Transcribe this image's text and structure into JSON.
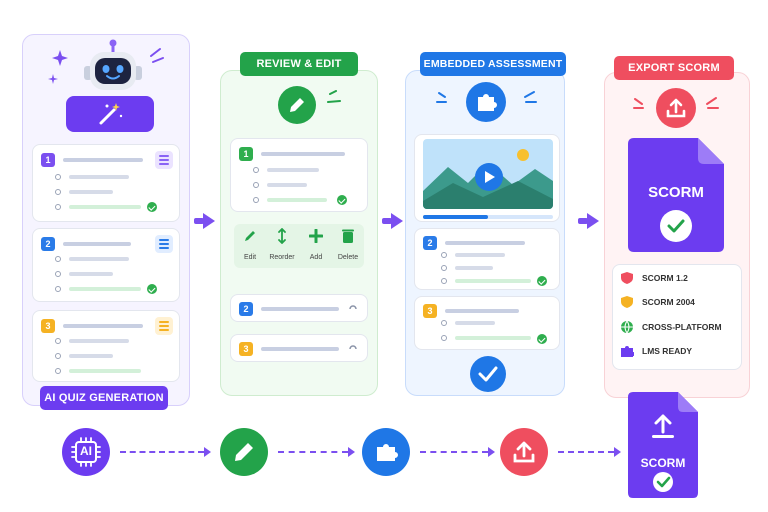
{
  "stages": {
    "generation": {
      "label": "AI QUIZ GENERATION"
    },
    "review": {
      "label": "REVIEW & EDIT"
    },
    "embedded": {
      "label": "EMBEDDED ASSESSMENT"
    },
    "export": {
      "label": "EXPORT SCORM"
    }
  },
  "questions": [
    "1",
    "2",
    "3"
  ],
  "edit_tools": [
    "Edit",
    "Reorder",
    "Add",
    "Delete"
  ],
  "scorm_doc": {
    "label": "SCORM"
  },
  "features": [
    "SCORM 1.2",
    "SCORM 2004",
    "CROSS-PLATFORM",
    "LMS READY"
  ],
  "flow": {
    "ai_label": "AI",
    "doc_label": "SCORM"
  },
  "colors": {
    "purple": "#6c3cf0",
    "green": "#23a34a",
    "blue": "#1f77e6",
    "red": "#ef4e5f",
    "orange": "#f5b223"
  },
  "icons": [
    "robot-icon",
    "magic-wand-icon",
    "pencil-icon",
    "puzzle-icon",
    "upload-icon",
    "check-icon",
    "shield-icon",
    "globe-icon",
    "chip-icon",
    "play-icon"
  ]
}
